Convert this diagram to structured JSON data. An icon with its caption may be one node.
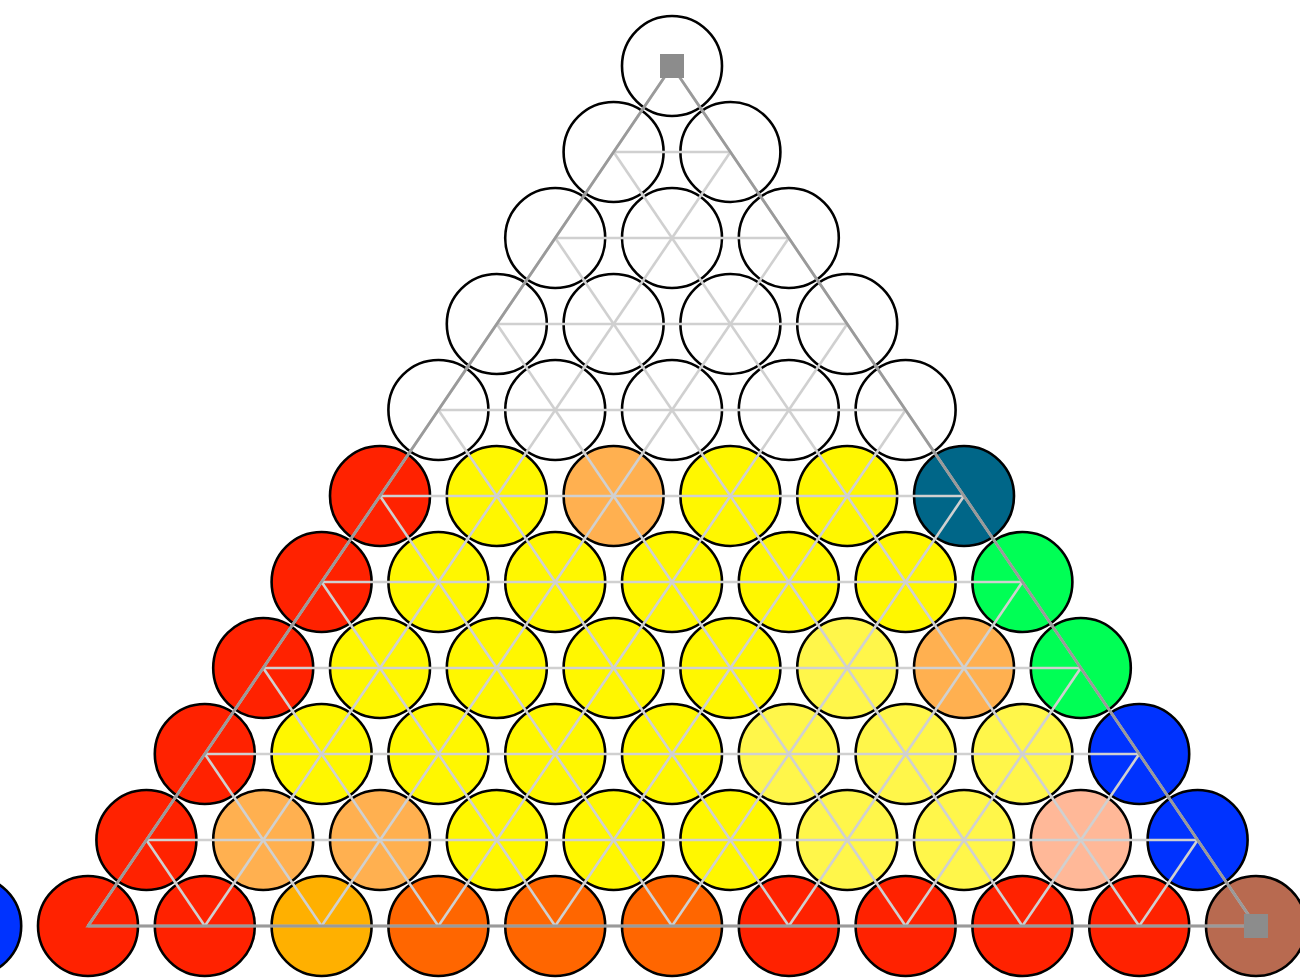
{
  "diagram": {
    "nodes": [
      {
        "text": [],
        "shape": "circle"
      },
      {
        "text": [],
        "shape": "circle"
      },
      {
        "text": [],
        "shape": "circle"
      },
      {
        "text": [],
        "shape": "circle"
      },
      {
        "text": [],
        "shape": "circle"
      },
      {
        "text": [],
        "shape": "circle"
      },
      {
        "text": [],
        "shape": "circle"
      },
      {
        "text": [],
        "shape": "circle"
      },
      {
        "text": [],
        "shape": "circle"
      },
      {
        "text": [],
        "shape": "circle"
      },
      {
        "text": [],
        "shape": "circle"
      },
      {
        "text": [],
        "shape": "circle"
      },
      {
        "text": [],
        "shape": "circle"
      },
      {
        "text": [],
        "shape": "circle"
      },
      {
        "text": [],
        "shape": "circle"
      },
      {
        "text": [],
        "shape": "circle"
      },
      {
        "text": [],
        "shape": "circle"
      },
      {
        "text": [],
        "shape": "circle"
      },
      {
        "text": [],
        "shape": "circle"
      },
      {
        "text": [],
        "shape": "circle"
      },
      {
        "text": [],
        "shape": "circle"
      },
      {
        "text": [],
        "shape": "circle"
      },
      {
        "text": [],
        "shape": "circle"
      },
      {
        "text": [],
        "shape": "circle"
      },
      {
        "text": [],
        "shape": "circle"
      },
      {
        "text": [],
        "shape": "circle"
      },
      {
        "text": [],
        "shape": "circle"
      },
      {
        "text": [],
        "shape": "circle"
      },
      {
        "text": [],
        "shape": "circle"
      },
      {
        "text": [],
        "shape": "circle"
      },
      {
        "text": [],
        "shape": "circle"
      },
      {
        "text": [],
        "shape": "circle"
      },
      {
        "text": [],
        "shape": "circle"
      },
      {
        "text": [],
        "shape": "circle"
      },
      {
        "text": [],
        "shape": "circle"
      },
      {
        "text": [],
        "shape": "circle"
      },
      {
        "text": [],
        "shape": "circle"
      },
      {
        "text": [],
        "shape": "circle"
      },
      {
        "text": [],
        "shape": "circle"
      },
      {
        "text": [],
        "shape": "circle"
      },
      {
        "text": [],
        "shape": "circle"
      },
      {
        "text": [],
        "shape": "circle"
      },
      {
        "text": [],
        "shape": "circle"
      },
      {
        "text": [],
        "shape": "circle"
      },
      {
        "text": [],
        "shape": "circle"
      },
      {
        "text": [],
        "shape": "circle"
      },
      {
        "text": [],
        "shape": "circle"
      },
      {
        "text": [],
        "shape": "circle"
      },
      {
        "text": [],
        "shape": "circle"
      },
      {
        "text": [],
        "shape": "circle"
      },
      {
        "text": [],
        "shape": "circle"
      },
      {
        "text": [],
        "shape": "circle"
      },
      {
        "text": [],
        "shape": "circle"
      },
      {
        "text": [],
        "shape": "circle"
      },
      {
        "text": [],
        "shape": "circle"
      },
      {
        "text": [],
        "shape": "circle"
      },
      {
        "text": [],
        "shape": "circle"
      },
      {
        "text": [],
        "shape": "circle"
      },
      {
        "text": [],
        "shape": "circle"
      },
      {
        "text": [],
        "shape": "circle"
      },
      {
        "text": [],
        "shape": "circle"
      },
      {
        "text": [],
        "shape": "circle"
      },
      {
        "text": [],
        "shape": "circle"
      },
      {
        "text": [],
        "shape": "circle"
      },
      {
        "text": [],
        "shape": "circle"
      },
      {
        "text": [],
        "shape": "circle"
      },
      {
        "text": [],
        "shape": "circle"
      }
    ]
  }
}
